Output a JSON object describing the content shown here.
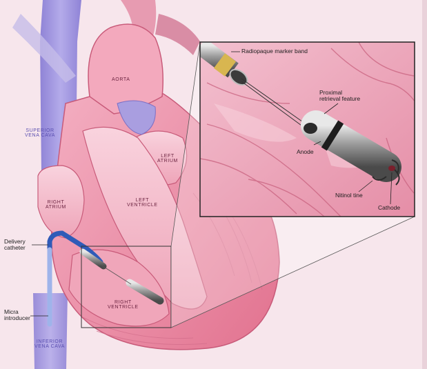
{
  "regions": {
    "aorta": "AORTA",
    "superior_vena_cava": [
      "SUPERIOR",
      "VENA CAVA"
    ],
    "left_atrium": [
      "LEFT",
      "ATRIUM"
    ],
    "right_atrium": [
      "RIGHT",
      "ATRIUM"
    ],
    "left_ventricle": [
      "LEFT",
      "VENTRICLE"
    ],
    "right_ventricle": [
      "RIGHT",
      "VENTRICLE"
    ],
    "inferior_vena_cava": [
      "INFERIOR",
      "VENA CAVA"
    ]
  },
  "callouts": {
    "delivery_catheter": [
      "Delivery",
      "catheter"
    ],
    "micra_introducer": [
      "Micra",
      "introducer"
    ],
    "radiopaque_marker_band": "Radiopaque marker band",
    "proximal_retrieval_feature": [
      "Proximal",
      "retrieval feature"
    ],
    "anode": "Anode",
    "nitinol_tine": "Nitinol tine",
    "cathode": "Cathode"
  },
  "colors": {
    "background": "#f7e6ec",
    "myocardium": "#e97f9b",
    "chamber": "#f3b3c4",
    "vein": "#a99ee0",
    "catheter": "#3d68c9",
    "device": "#7c7c7c"
  }
}
